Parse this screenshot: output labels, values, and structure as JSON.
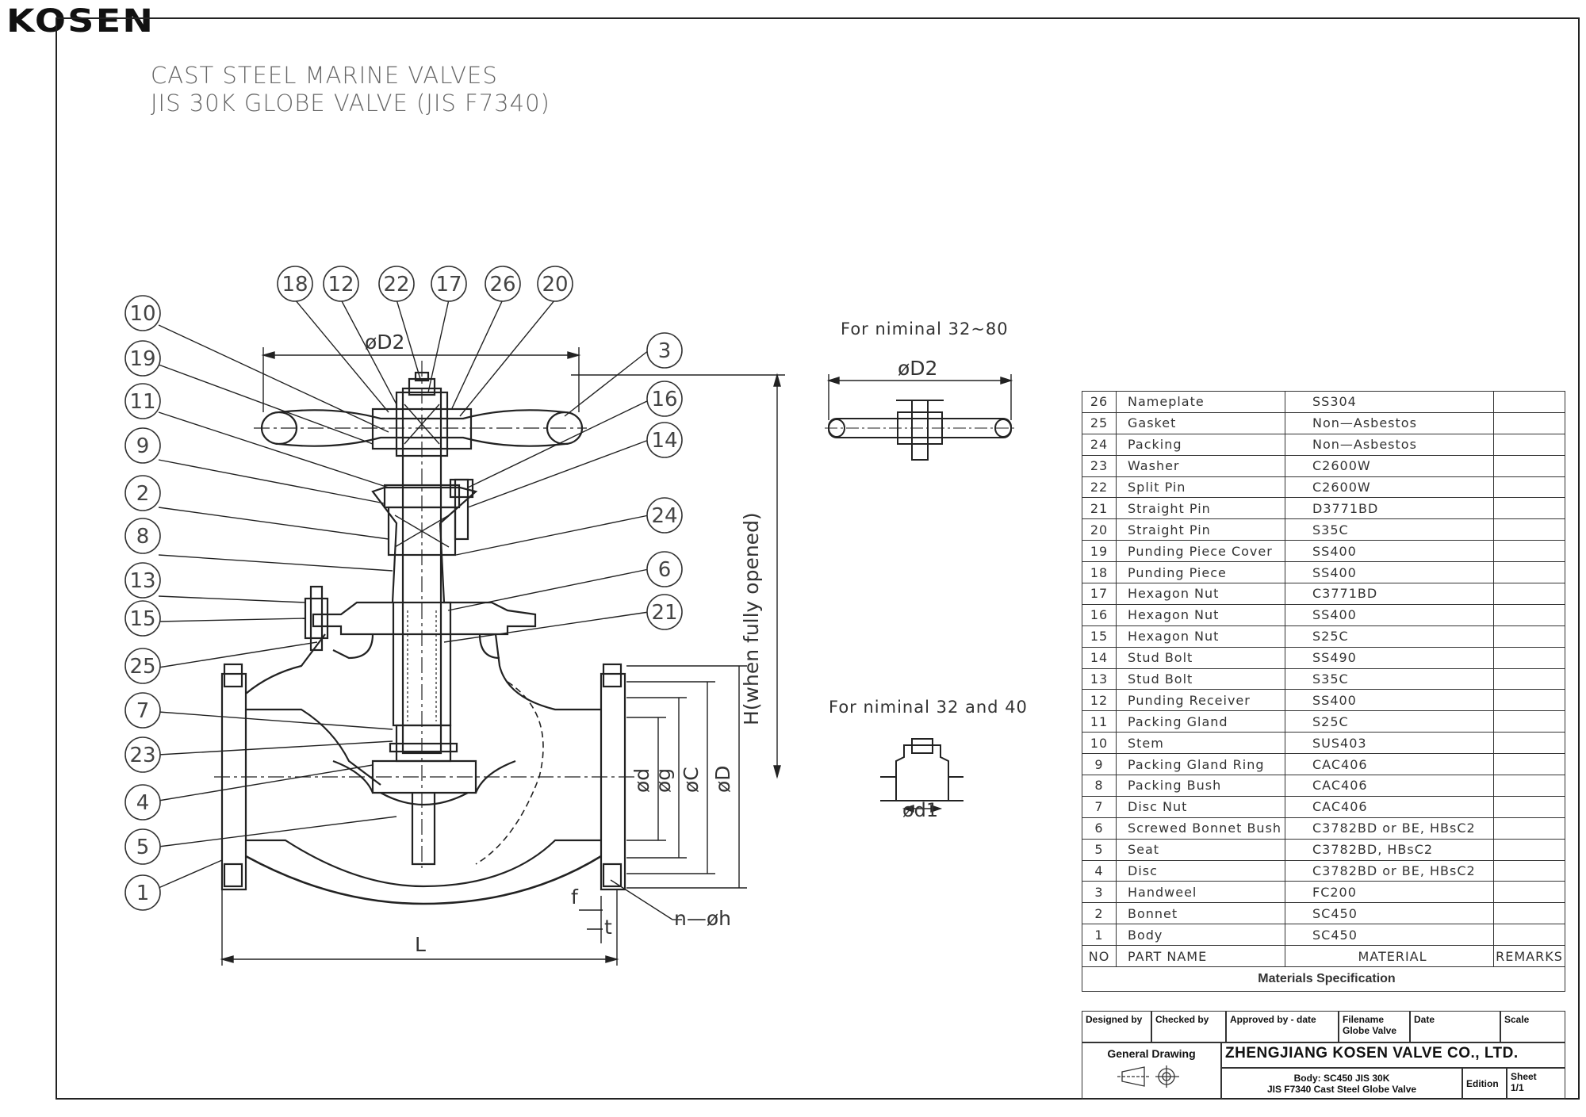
{
  "brand": "KOSEN",
  "title": {
    "line1": "CAST STEEL MARINE VALVES",
    "line2": "JIS 30K GLOBE VALVE (JIS F7340)"
  },
  "notes": {
    "nominal_32_80": "For niminal 32~80",
    "nominal_32_40": "For niminal 32 and 40"
  },
  "dimensions": {
    "D2": "øD2",
    "d1": "ød1",
    "d": "ød",
    "g": "øg",
    "C": "øC",
    "D": "øD",
    "H": "H(when fully opened)",
    "L": "L",
    "f": "f",
    "t": "t",
    "nh": "n—øh"
  },
  "balloons": {
    "top": [
      "18",
      "12",
      "22",
      "17",
      "26",
      "20"
    ],
    "left": [
      "10",
      "19",
      "11",
      "9",
      "2",
      "8",
      "13",
      "15",
      "25",
      "7",
      "23",
      "4",
      "5",
      "1"
    ],
    "right": [
      "3",
      "16",
      "14",
      "24",
      "6",
      "21"
    ]
  },
  "parts_table": {
    "rows": [
      {
        "no": "26",
        "name": "Nameplate",
        "material": "SS304",
        "remarks": ""
      },
      {
        "no": "25",
        "name": "Gasket",
        "material": "Non—Asbestos",
        "remarks": ""
      },
      {
        "no": "24",
        "name": "Packing",
        "material": "Non—Asbestos",
        "remarks": ""
      },
      {
        "no": "23",
        "name": "Washer",
        "material": "C2600W",
        "remarks": ""
      },
      {
        "no": "22",
        "name": "Split Pin",
        "material": "C2600W",
        "remarks": ""
      },
      {
        "no": "21",
        "name": "Straight Pin",
        "material": "D3771BD",
        "remarks": ""
      },
      {
        "no": "20",
        "name": "Straight Pin",
        "material": "S35C",
        "remarks": ""
      },
      {
        "no": "19",
        "name": "Punding Piece Cover",
        "material": "SS400",
        "remarks": ""
      },
      {
        "no": "18",
        "name": "Punding Piece",
        "material": "SS400",
        "remarks": ""
      },
      {
        "no": "17",
        "name": "Hexagon Nut",
        "material": "C3771BD",
        "remarks": ""
      },
      {
        "no": "16",
        "name": "Hexagon Nut",
        "material": "SS400",
        "remarks": ""
      },
      {
        "no": "15",
        "name": "Hexagon Nut",
        "material": "S25C",
        "remarks": ""
      },
      {
        "no": "14",
        "name": "Stud Bolt",
        "material": "SS490",
        "remarks": ""
      },
      {
        "no": "13",
        "name": "Stud Bolt",
        "material": "S35C",
        "remarks": ""
      },
      {
        "no": "12",
        "name": "Punding Receiver",
        "material": "SS400",
        "remarks": ""
      },
      {
        "no": "11",
        "name": "Packing Gland",
        "material": "S25C",
        "remarks": ""
      },
      {
        "no": "10",
        "name": "Stem",
        "material": "SUS403",
        "remarks": ""
      },
      {
        "no": "9",
        "name": "Packing Gland Ring",
        "material": "CAC406",
        "remarks": ""
      },
      {
        "no": "8",
        "name": "Packing Bush",
        "material": "CAC406",
        "remarks": ""
      },
      {
        "no": "7",
        "name": "Disc Nut",
        "material": "CAC406",
        "remarks": ""
      },
      {
        "no": "6",
        "name": "Screwed Bonnet Bush",
        "material": "C3782BD or BE, HBsC2",
        "remarks": ""
      },
      {
        "no": "5",
        "name": "Seat",
        "material": "C3782BD, HBsC2",
        "remarks": ""
      },
      {
        "no": "4",
        "name": "Disc",
        "material": "C3782BD or BE, HBsC2",
        "remarks": ""
      },
      {
        "no": "3",
        "name": "Handweel",
        "material": "FC200",
        "remarks": ""
      },
      {
        "no": "2",
        "name": "Bonnet",
        "material": "SC450",
        "remarks": ""
      },
      {
        "no": "1",
        "name": "Body",
        "material": "SC450",
        "remarks": ""
      }
    ],
    "header": {
      "no": "NO",
      "name": "PART NAME",
      "material": "MATERIAL",
      "remarks": "REMARKS"
    },
    "caption": "Materials Specification"
  },
  "title_block": {
    "designed_by": "Designed by",
    "checked_by": "Checked by",
    "approved_by": "Approved by - date",
    "filename_label": "Filename",
    "filename_value": "Globe Valve",
    "date_label": "Date",
    "scale_label": "Scale",
    "general_drawing": "General Drawing",
    "company": "ZHENGJIANG KOSEN VALVE CO., LTD.",
    "desc_line1": "Body: SC450  JIS 30K",
    "desc_line2": "JIS F7340 Cast Steel Globe Valve",
    "edition_label": "Edition",
    "sheet_label": "Sheet",
    "sheet_value": "1/1"
  }
}
